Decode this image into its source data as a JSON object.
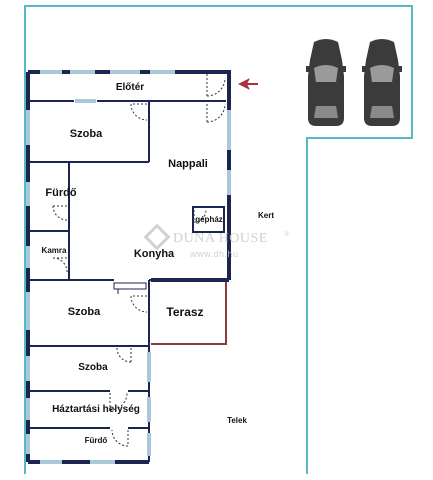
{
  "rooms": {
    "eloter": "Előtér",
    "szoba_1": "Szoba",
    "nappali": "Nappali",
    "furdo_1": "Fürdő",
    "gephaz": "gépház",
    "kamra": "Kamra",
    "konyha": "Konyha",
    "szoba_2": "Szoba",
    "terasz": "Terasz",
    "szoba_3": "Szoba",
    "haztartasi_helyseg": "Háztartási helység",
    "furdo_2": "Fürdő"
  },
  "zones": {
    "kert": "Kert",
    "telek": "Telek"
  },
  "watermark": {
    "brand": "DUNA HOUSE",
    "registered": "®",
    "url": "www.dh.hu"
  },
  "colors": {
    "outer_wall": "#1c2550",
    "plot_line": "#58b9c6",
    "window": "#a9c8d9",
    "terrace_wall": "#8a3d3a",
    "entrance_arrow": "#a8323f",
    "car": "#3b3b3b"
  },
  "icons": {
    "entrance_arrow": "arrow-left-icon",
    "car": "car-icon"
  }
}
